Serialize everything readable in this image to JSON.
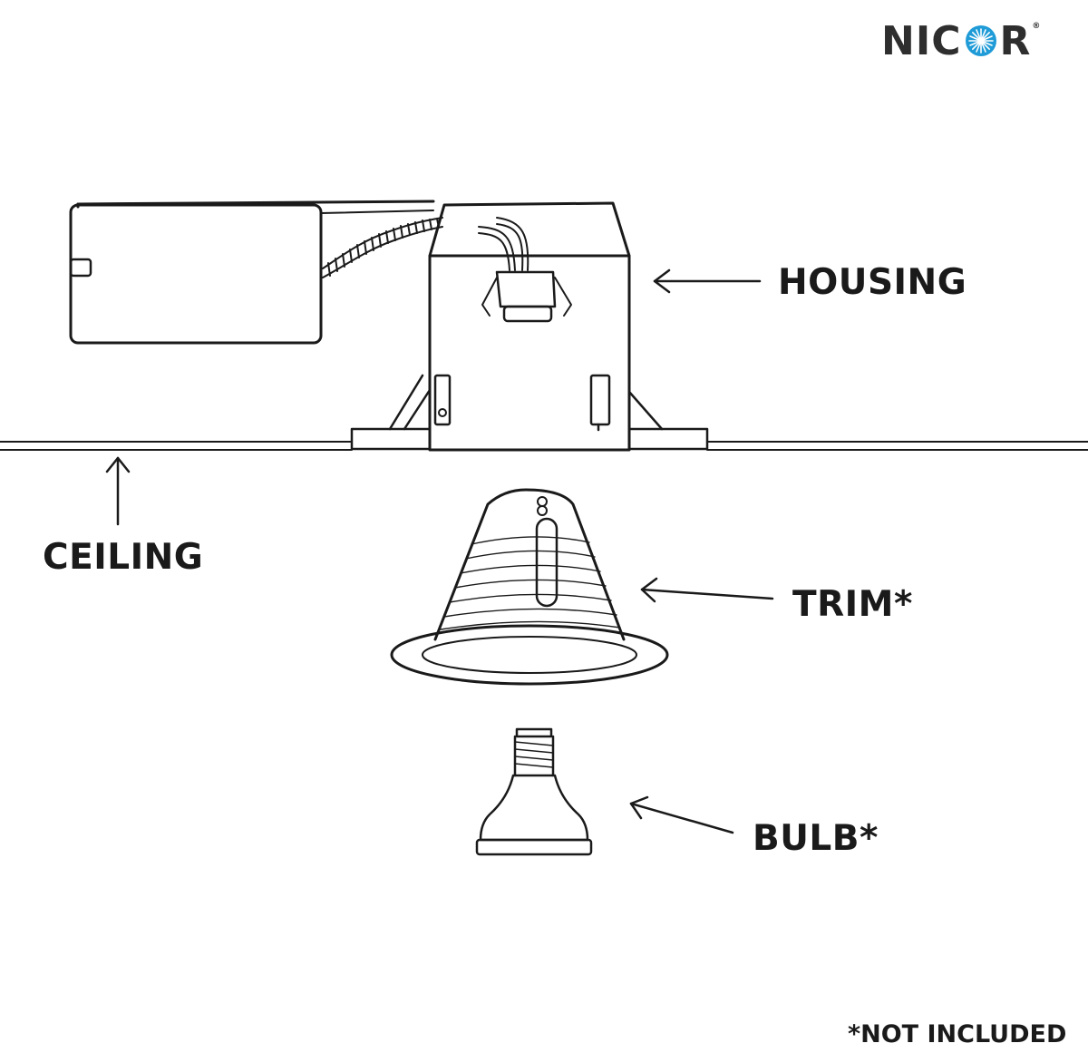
{
  "brand": {
    "name_prefix": "NIC",
    "name_suffix": "R",
    "registered_mark": "®",
    "star_color": "#1f9bd7",
    "text_color": "#2e2e2e"
  },
  "labels": {
    "housing": "HOUSING",
    "ceiling": "CEILING",
    "trim": "TRIM*",
    "bulb": "BULB*"
  },
  "footnote": "*NOT INCLUDED",
  "colors": {
    "line": "#1a1a1a",
    "background": "#ffffff"
  }
}
